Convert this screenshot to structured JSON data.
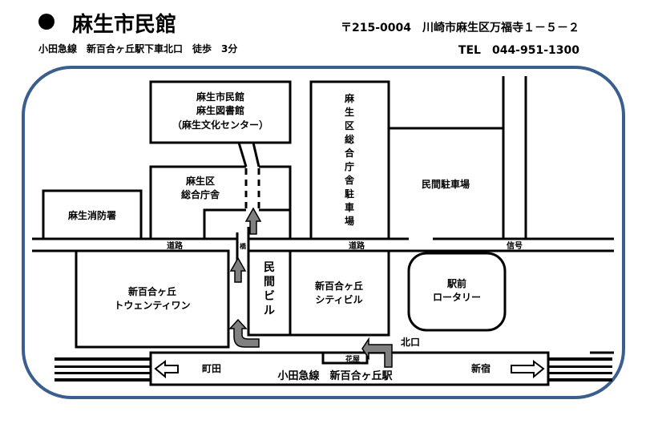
{
  "header": {
    "title": "麻生市民館",
    "access": "小田急線　新百合ヶ丘駅下車北口　徒歩　3分",
    "address": "〒215-0004　川崎市麻生区万福寺１－５－２",
    "tel": "TEL　044-951-1300"
  },
  "map": {
    "frame_color": "#3a5f8f",
    "arrow_color": "#808080",
    "buildings": {
      "civic_hall": [
        "麻生市民館",
        "麻生図書館",
        "（麻生文化センター）"
      ],
      "ward_office": [
        "麻生区",
        "総合庁舎"
      ],
      "fire_station": "麻生消防署",
      "ward_parking": [
        "麻",
        "生",
        "区",
        "総",
        "合",
        "庁",
        "舎",
        "駐",
        "車",
        "場"
      ],
      "private_parking": "民間駐車場",
      "twentyone": [
        "新百合ヶ丘",
        "トウェンティワン"
      ],
      "private_building": [
        "民",
        "間",
        "ビ",
        "ル"
      ],
      "city_building": [
        "新百合ヶ丘",
        "シティビル"
      ],
      "rotary": [
        "駅前",
        "ロータリー"
      ],
      "flower_shop": "花屋"
    },
    "labels": {
      "road_left": "道路",
      "road_center": "道路",
      "signal": "信号",
      "bridge": "橋",
      "north_exit": "北口",
      "machida": "町田",
      "shinjuku": "新宿",
      "station": "小田急線　新百合ヶ丘駅"
    }
  }
}
